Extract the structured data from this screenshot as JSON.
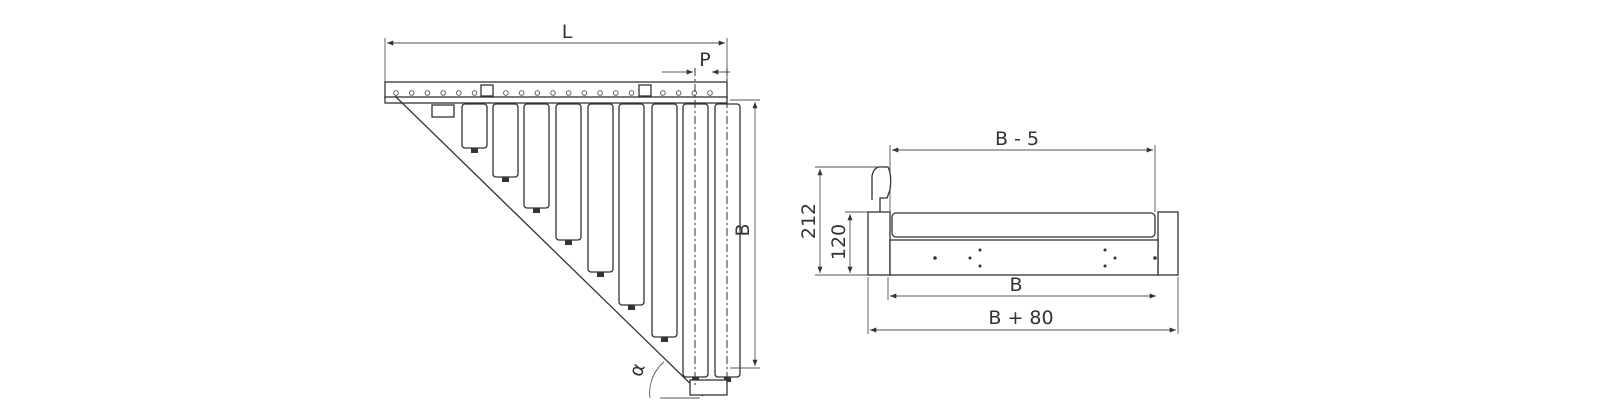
{
  "side_view": {
    "dim_length": "L",
    "dim_pitch": "P",
    "dim_width": "B",
    "dim_angle": "α"
  },
  "end_view": {
    "dim_roller_length": "B - 5",
    "dim_total_height": "212",
    "dim_frame_height": "120",
    "dim_width": "B",
    "dim_overall_width": "B + 80"
  }
}
